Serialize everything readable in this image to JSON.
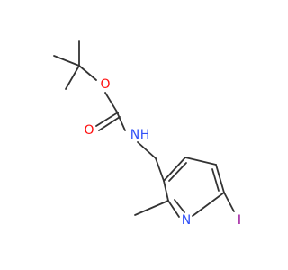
{
  "structure": {
    "atoms": [
      {
        "id": "O_ether",
        "label": "O",
        "color": "#ff0d0d"
      },
      {
        "id": "O_carbonyl",
        "label": "O",
        "color": "#ff0d0d"
      },
      {
        "id": "N_amine",
        "label": "N",
        "color": "#3050f8"
      },
      {
        "id": "NH_h",
        "label": "H",
        "color": "#3050f8"
      },
      {
        "id": "N_pyridine",
        "label": "N",
        "color": "#3050f8"
      },
      {
        "id": "I",
        "label": "I",
        "color": "#940094"
      }
    ],
    "bond_color": "#333333"
  }
}
